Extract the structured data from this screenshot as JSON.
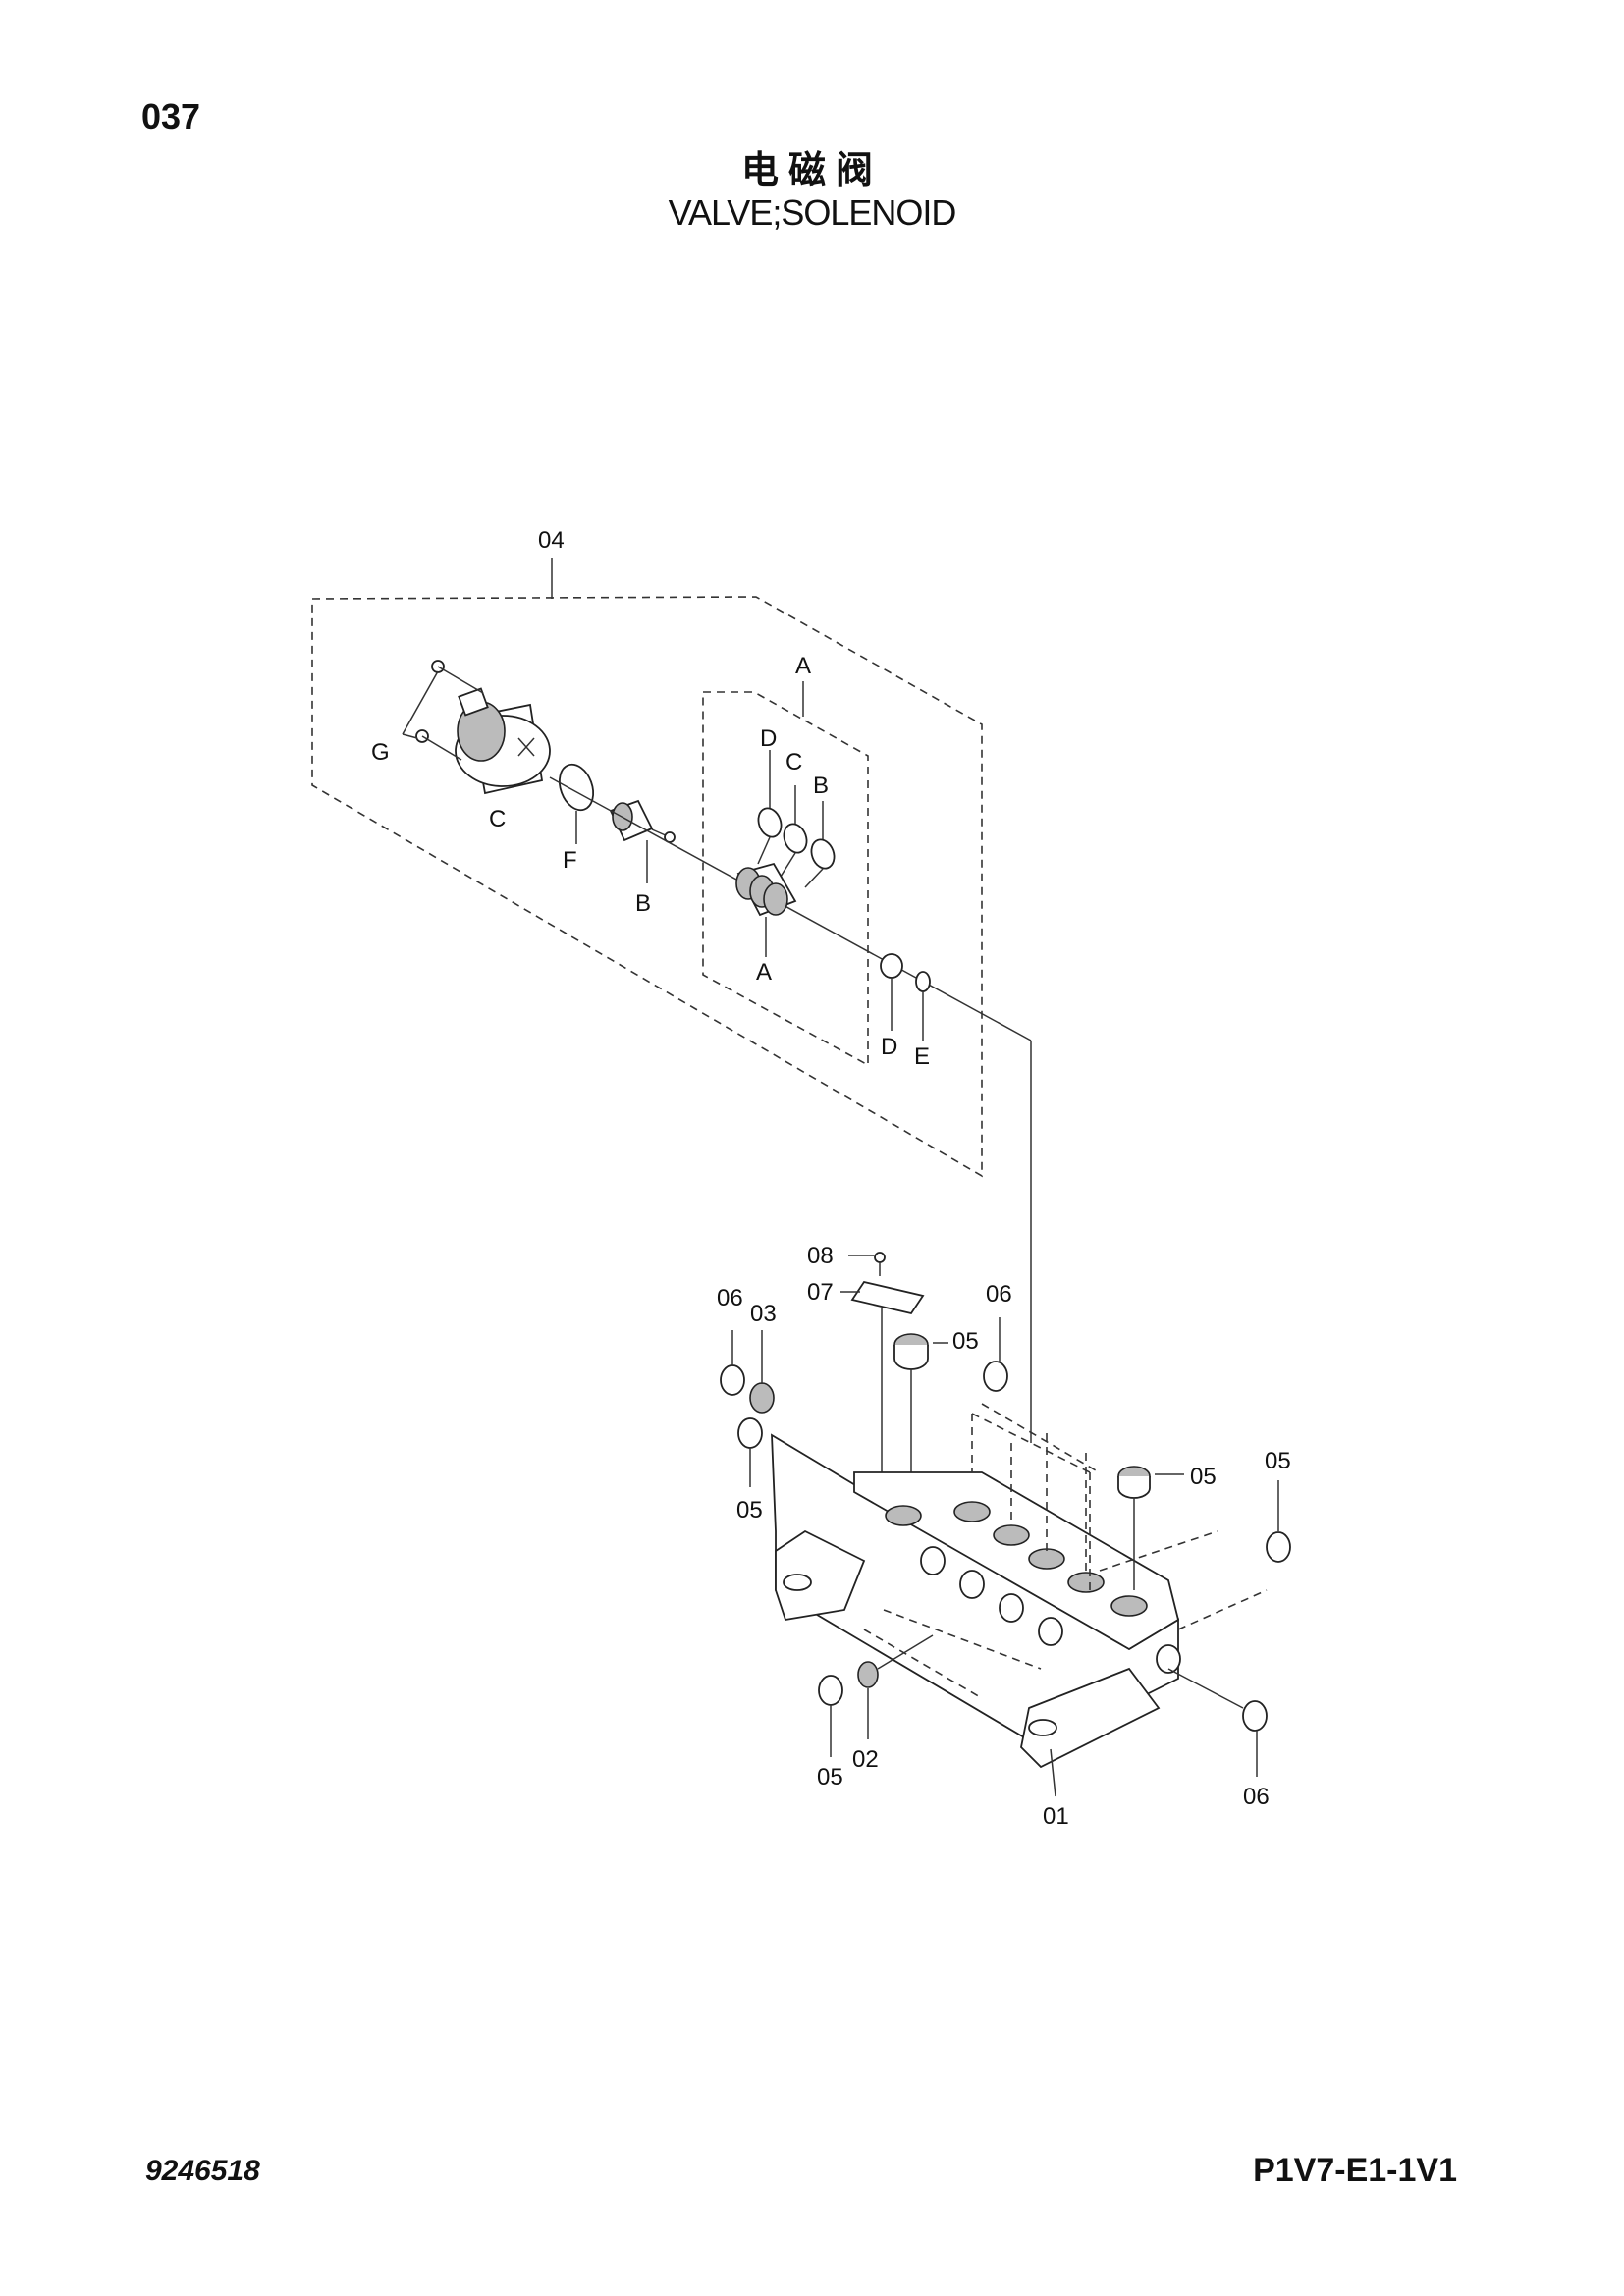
{
  "page": {
    "number": "037",
    "title_cn": "电磁阀",
    "title_en": "VALVE;SOLENOID",
    "doc_code": "9246518",
    "drawing_code": "P1V7-E1-1V1"
  },
  "labels": {
    "assy_04": "04",
    "sub_a_top": "A",
    "sub_a_bottom": "A",
    "g": "G",
    "c_coil": "C",
    "f": "F",
    "b_spool": "B",
    "d_ring": "D",
    "c_ring": "C",
    "b_ring": "B",
    "d_seal": "D",
    "e_seal": "E",
    "p08": "08",
    "p07": "07",
    "p06_left": "06",
    "p03": "03",
    "p05_left": "05",
    "p05_top": "05",
    "p06_top": "06",
    "p05_right": "05",
    "p05_far": "05",
    "p05_bottom": "05",
    "p02": "02",
    "p01": "01",
    "p06_bottom": "06"
  }
}
